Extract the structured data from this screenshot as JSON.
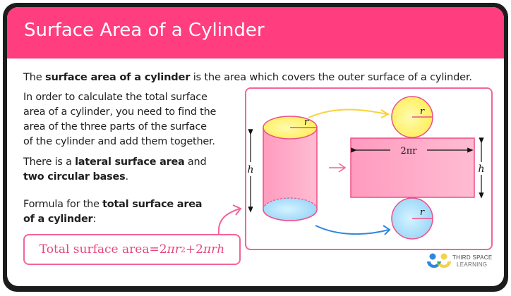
{
  "header": {
    "title": "Surface Area of a Cylinder",
    "background_color": "#FF3D7F"
  },
  "intro": {
    "prefix": "The ",
    "bold": "surface area of a cylinder",
    "suffix": " is the area which covers the outer surface of a cylinder."
  },
  "paragraph1": {
    "lines": [
      "In order to calculate the total surface",
      "area of a cylinder, you need to find the",
      "area of the three parts of the surface",
      "of the cylinder and add them together."
    ]
  },
  "paragraph2": {
    "prefix": "There is a ",
    "bold1": "lateral surface area",
    "mid": " and",
    "bold2": "two circular bases",
    "suffix": "."
  },
  "paragraph3": {
    "prefix": "Formula for the ",
    "bold_line1": "total surface area",
    "bold_line2": "of a cylinder",
    "suffix": ":"
  },
  "formula": {
    "label": "Total surface area",
    "equals": " = ",
    "rhs_a": "2",
    "rhs_pi": "π",
    "rhs_r": "r",
    "rhs_exp": "2",
    "plus": " + ",
    "rhs_b": "2",
    "rhs_pi2": "π",
    "rhs_rh": "rh",
    "color": "#E8467F"
  },
  "diagram": {
    "cylinder_radius_label": "r",
    "cylinder_height_label": "h",
    "top_circle_label": "r",
    "bottom_circle_label": "r",
    "rectangle_width_label": "2πr",
    "rectangle_height_label": "h",
    "colors": {
      "border": "#F4649A",
      "lateral": "#FFA6C5",
      "top_base": "#FFF176",
      "bottom_base": "#A8DDF8",
      "yellow_arrow": "#F9D23C",
      "blue_arrow": "#2F86E0",
      "pink_arrow": "#F4649A"
    }
  },
  "logo": {
    "line1": "THIRD SPACE",
    "line2": "LEARNING"
  }
}
